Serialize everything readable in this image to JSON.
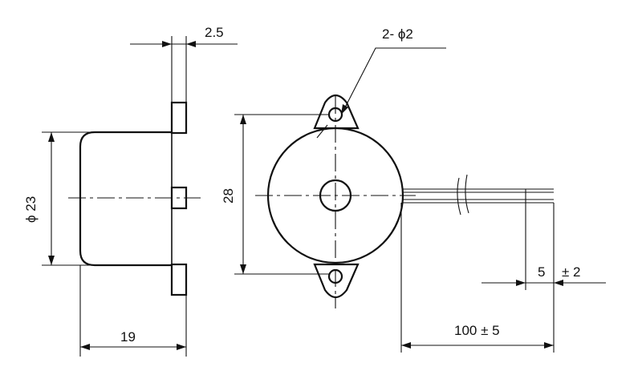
{
  "side_view": {
    "dim_thickness": "2.5",
    "dim_diameter": "ϕ 23",
    "dim_depth": "19"
  },
  "front_view": {
    "dim_mount_holes": "2- ϕ2",
    "dim_height": "28",
    "dim_strip_length": "5",
    "dim_strip_tolerance": "± 2",
    "dim_lead_length": "100 ± 5"
  },
  "colors": {
    "line": "#111111",
    "background": "#ffffff"
  }
}
